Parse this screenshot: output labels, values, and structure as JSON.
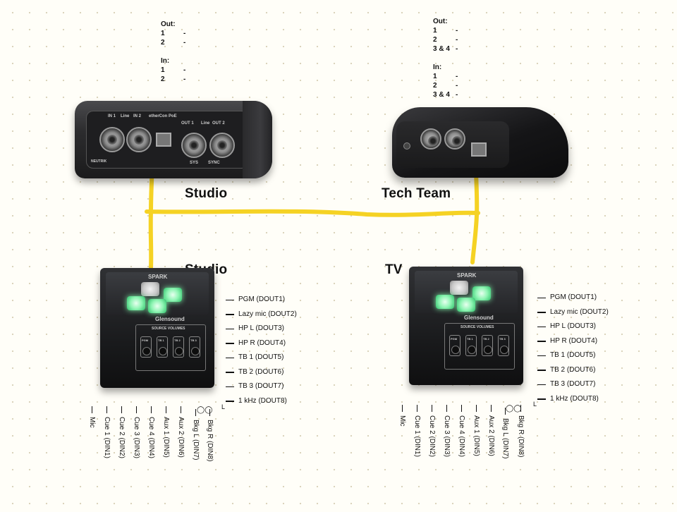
{
  "studio_interface": {
    "out_heading": "Out:",
    "out_rows": [
      {
        "n": "1",
        "v": "-"
      },
      {
        "n": "2",
        "v": "-"
      }
    ],
    "in_heading": "In:",
    "in_rows": [
      {
        "n": "1",
        "v": "-"
      },
      {
        "n": "2",
        "v": "-"
      }
    ],
    "panel_labels": {
      "in1": "IN 1",
      "in2": "IN 2",
      "line": "Line",
      "ethercon": "etherCon PoE",
      "out1": "OUT 1",
      "line2": "Line",
      "out2": "OUT 2",
      "brand": "NEUTRIK",
      "sys": "SYS",
      "sync": "SYNC"
    }
  },
  "tech_interface": {
    "out_heading": "Out:",
    "out_rows": [
      {
        "n": "1",
        "v": "-"
      },
      {
        "n": "2",
        "v": "-"
      },
      {
        "n": "3 & 4",
        "v": "-"
      }
    ],
    "in_heading": "In:",
    "in_rows": [
      {
        "n": "1",
        "v": "-"
      },
      {
        "n": "2",
        "v": "-"
      },
      {
        "n": "3 & 4",
        "v": "-"
      }
    ]
  },
  "labels": {
    "studio_top": "Studio",
    "tech_team": "Tech Team",
    "studio_bottom": "Studio",
    "tv": "TV"
  },
  "spark_studio": {
    "brand": "SPARK",
    "maker": "Glensound",
    "panel_title": "SOURCE VOLUMES",
    "knobs": [
      "PGM",
      "TB 1",
      "TB 2",
      "TB 3"
    ],
    "outputs": [
      "PGM (DOUT1)",
      "Lazy mic (DOUT2)",
      "HP L (DOUT3)",
      "HP R (DOUT4)",
      "TB 1 (DOUT5)",
      "TB 2 (DOUT6)",
      "TB 3 (DOUT7)",
      "1 kHz (DOUT8)"
    ],
    "inputs": [
      "Mic",
      "Cue 1 (DIN1)",
      "Cue 2 (DIN2)",
      "Cue 3 (DIN3)",
      "Cue 4 (DIN4)",
      "Aux 1 (DIN5)",
      "Aux 2 (DIN6)",
      "Bkg L (DIN7)",
      "Bkg R (DIN8)"
    ],
    "corner": "L"
  },
  "spark_tv": {
    "brand": "SPARK",
    "maker": "Glensound",
    "panel_title": "SOURCE VOLUMES",
    "knobs": [
      "PGM",
      "TB 1",
      "TB 2",
      "TB 3"
    ],
    "outputs": [
      "PGM (DOUT1)",
      "Lazy mic (DOUT2)",
      "HP L (DOUT3)",
      "HP R (DOUT4)",
      "TB 1 (DOUT5)",
      "TB 2 (DOUT6)",
      "TB 3 (DOUT7)",
      "1 kHz (DOUT8)"
    ],
    "inputs": [
      "Mic",
      "Cue 1 (DIN1)",
      "Cue 2 (DIN2)",
      "Cue 3 (DIN3)",
      "Cue 4 (DIN4)",
      "Aux 1 (DIN5)",
      "Aux 2 (DIN6)",
      "Bkg L (DIN7)",
      "Bkg R (DIN8)"
    ],
    "corner": "L"
  },
  "colors": {
    "cable": "#f5d224",
    "led_green": "#8ef5b3"
  }
}
